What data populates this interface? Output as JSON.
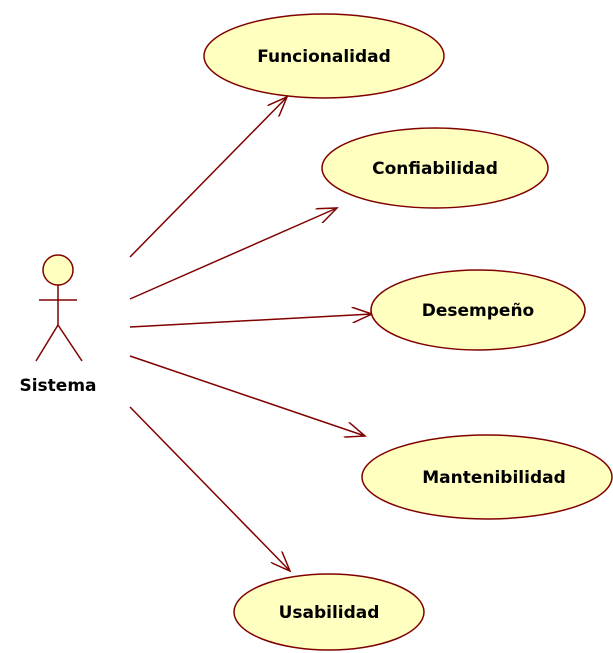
{
  "actor": {
    "name": "Sistema",
    "icon": "stick-figure-actor-icon"
  },
  "use_cases": [
    {
      "id": "funcionalidad",
      "label": "Funcionalidad"
    },
    {
      "id": "confiabilidad",
      "label": "Confiabilidad"
    },
    {
      "id": "desempeno",
      "label": "Desempeño"
    },
    {
      "id": "mantenibilidad",
      "label": "Mantenibilidad"
    },
    {
      "id": "usabilidad",
      "label": "Usabilidad"
    }
  ],
  "colors": {
    "usecase_fill": "#FFFFC0",
    "stroke": "#800000",
    "text": "#000000"
  }
}
